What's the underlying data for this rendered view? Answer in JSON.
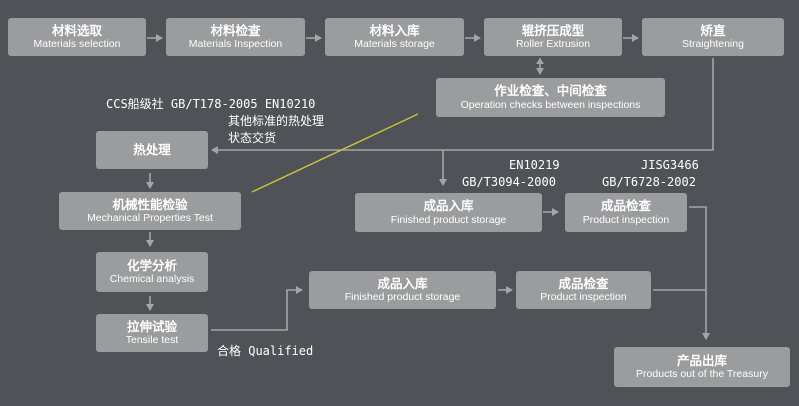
{
  "nodes": {
    "materials_selection": {
      "zh": "材料选取",
      "en": "Materials selection"
    },
    "materials_inspection": {
      "zh": "材料检查",
      "en": "Materials Inspection"
    },
    "materials_storage": {
      "zh": "材料入库",
      "en": "Materials storage"
    },
    "roller_extrusion": {
      "zh": "辊挤压成型",
      "en": "Roller Extrusion"
    },
    "straightening": {
      "zh": "矫直",
      "en": "Straightening"
    },
    "operation_checks": {
      "zh": "作业检查、中间检查",
      "en": "Operation checks between inspections"
    },
    "heat_treatment": {
      "zh": "热处理",
      "en": ""
    },
    "mechanical_test": {
      "zh": "机械性能检验",
      "en": "Mechanical Properties Test"
    },
    "chemical_analysis": {
      "zh": "化学分析",
      "en": "Chemical analysis"
    },
    "tensile_test": {
      "zh": "拉伸试验",
      "en": "Tensile test"
    },
    "finished_storage_upper": {
      "zh": "成品入库",
      "en": "Finished product storage"
    },
    "product_inspection_upper": {
      "zh": "成品检查",
      "en": "Product inspection"
    },
    "finished_storage_lower": {
      "zh": "成品入库",
      "en": "Finished product storage"
    },
    "product_inspection_lower": {
      "zh": "成品检查",
      "en": "Product inspection"
    },
    "products_out": {
      "zh": "产品出库",
      "en": "Products out of the Treasury"
    }
  },
  "notes": {
    "heat_standards": "CCS船级社  GB/T178-2005 EN10210",
    "other_standards_line1": "其他标准的热处理",
    "other_standards_line2": "状态交货",
    "storage_std_1": "EN10219",
    "storage_std_2": "GB/T3094-2000",
    "inspection_std_1": "JISG3466",
    "inspection_std_2": "GB/T6728-2002",
    "qualified": "合格 Qualified"
  },
  "colors": {
    "background": "#4f5357",
    "box": "#9a9c9e",
    "arrow": "#a3a6a9",
    "callout_line": "#c8c23a"
  }
}
